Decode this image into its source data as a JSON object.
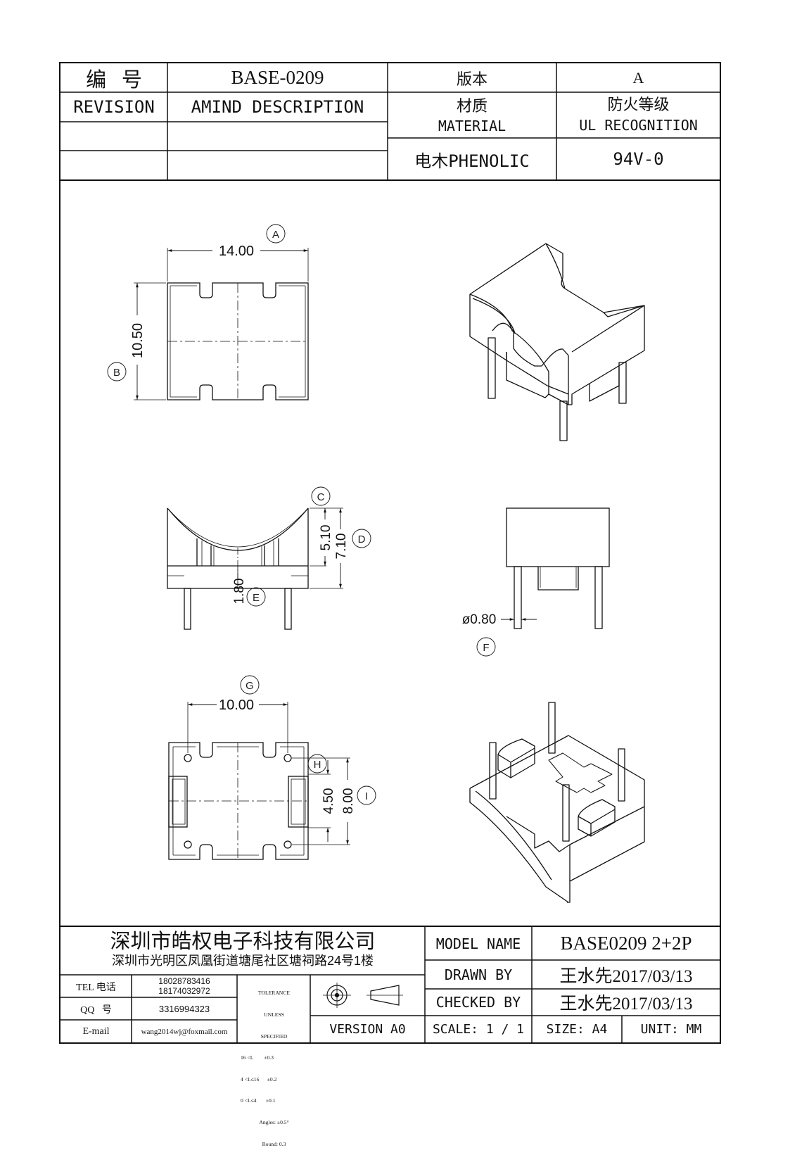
{
  "header": {
    "number_label": "编   号",
    "number_value": "BASE-0209",
    "version_label": "版本",
    "version_value": "A",
    "revision_label": "REVISION",
    "amend_label": "AMIND DESCRIPTION",
    "material_label_cn": "材质",
    "material_label_en": "MATERIAL",
    "fire_label_cn": "防火等级",
    "fire_label_en": "UL RECOGNITION",
    "material_value": "电木PHENOLIC",
    "fire_value": "94V-0"
  },
  "drawing": {
    "dims": {
      "A": "14.00",
      "B": "10.50",
      "C": "5.10",
      "D": "7.10",
      "E": "1.80",
      "F": "ø0.80",
      "G": "10.00",
      "H": "4.50",
      "I": "8.00"
    },
    "letters": [
      "A",
      "B",
      "C",
      "D",
      "E",
      "F",
      "G",
      "H",
      "I"
    ]
  },
  "footer": {
    "company_name": "深圳市皓权电子科技有限公司",
    "company_address": "深圳市光明区凤凰街道塘尾社区塘祠路24号1楼",
    "tel_label": "TEL 电话",
    "tel_values": [
      "18028783416",
      "18174032972"
    ],
    "qq_label": "QQ   号",
    "qq_value": "3316994323",
    "email_label": "E-mail",
    "email_value": "wang2014wj@foxmail.com",
    "tolerance_lines": [
      "TOLERANCE",
      "UNLESS",
      "SPECIFIED",
      "16 <L        ±0.3",
      "4 <L≤16      ±0.2",
      "0 <L≤4       ±0.1",
      "Angles: ±0.5°",
      "Round: 0.3"
    ],
    "version_text": "VERSION A0",
    "model_label": "MODEL NAME",
    "model_value": "BASE0209 2+2P",
    "drawn_label": "DRAWN BY",
    "drawn_value": "王水先2017/03/13",
    "checked_label": "CHECKED BY",
    "checked_value": "王水先2017/03/13",
    "scale_text": "SCALE: 1 / 1",
    "size_text": "SIZE: A4",
    "unit_text": "UNIT: MM"
  }
}
